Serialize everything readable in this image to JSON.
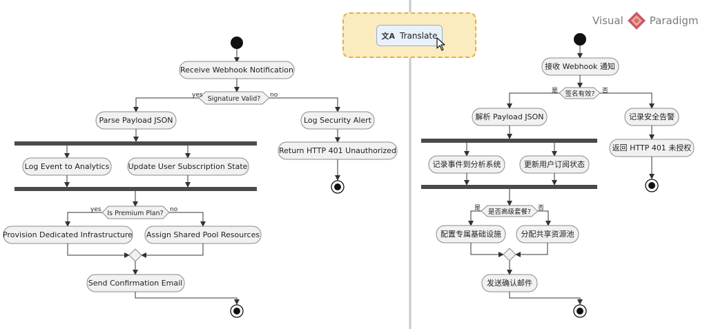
{
  "translate_label": "Translate",
  "translate_icon": "translate-icon",
  "logo": {
    "left": "Visual",
    "right": "Paradigm"
  },
  "en": {
    "receive": "Receive Webhook Notification",
    "sig_valid": "Signature Valid?",
    "yes": "yes",
    "no": "no",
    "parse": "Parse Payload JSON",
    "log_alert": "Log Security Alert",
    "return401": "Return HTTP 401 Unauthorized",
    "log_event": "Log Event to Analytics",
    "update_sub": "Update User Subscription State",
    "premium": "Is Premium Plan?",
    "provision": "Provision Dedicated Infrastructure",
    "assign": "Assign Shared Pool Resources",
    "email": "Send Confirmation Email"
  },
  "zh": {
    "receive": "接收 Webhook 通知",
    "sig_valid": "签名有效?",
    "yes": "是",
    "no": "否",
    "parse": "解析 Payload JSON",
    "log_alert": "记录安全告警",
    "return401": "返回 HTTP 401 未授权",
    "log_event": "记录事件到分析系统",
    "update_sub": "更新用户订阅状态",
    "premium": "是否高级套餐?",
    "provision": "配置专属基础设施",
    "assign": "分配共享资源池",
    "email": "发送确认邮件"
  }
}
